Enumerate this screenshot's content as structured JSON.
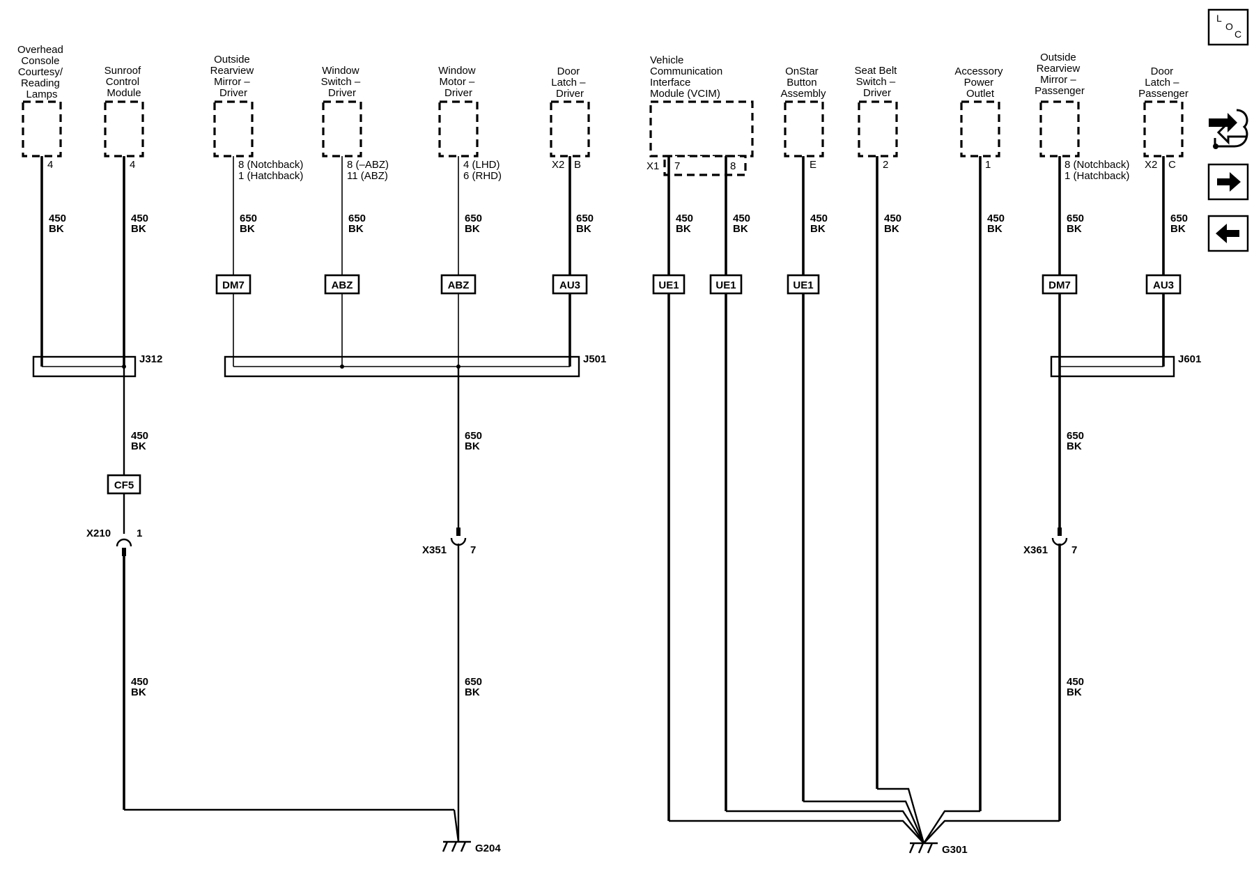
{
  "components": [
    {
      "id": "overhead",
      "label": [
        "Overhead",
        "Console",
        "Courtesy/",
        "Reading",
        "Lamps"
      ],
      "pin": "4"
    },
    {
      "id": "sunroof",
      "label": [
        "Sunroof",
        "Control",
        "Module"
      ],
      "pin": "4"
    },
    {
      "id": "mirror-driver",
      "label": [
        "Outside",
        "Rearview",
        "Mirror –",
        "Driver"
      ],
      "pin": [
        "8 (Notchback)",
        "1 (Hatchback)"
      ]
    },
    {
      "id": "window-switch-driver",
      "label": [
        "Window",
        "Switch –",
        "Driver"
      ],
      "pin": [
        "8 (–ABZ)",
        "11 (ABZ)"
      ]
    },
    {
      "id": "window-motor-driver",
      "label": [
        "Window",
        "Motor –",
        "Driver"
      ],
      "pin": [
        "4 (LHD)",
        "6 (RHD)"
      ]
    },
    {
      "id": "door-latch-driver",
      "label": [
        "Door",
        "Latch –",
        "Driver"
      ],
      "conn": "X2",
      "pin": "B"
    },
    {
      "id": "vcim",
      "label": [
        "Vehicle",
        "Communication",
        "Interface",
        "Module (VCIM)"
      ],
      "conn": "X1",
      "pins": [
        "7",
        "8"
      ]
    },
    {
      "id": "onstar",
      "label": [
        "OnStar",
        "Button",
        "Assembly"
      ],
      "pin": "E"
    },
    {
      "id": "seatbelt",
      "label": [
        "Seat Belt",
        "Switch –",
        "Driver"
      ],
      "pin": "2"
    },
    {
      "id": "accessory",
      "label": [
        "Accessory",
        "Power",
        "Outlet"
      ],
      "pin": "1"
    },
    {
      "id": "mirror-passenger",
      "label": [
        "Outside",
        "Rearview",
        "Mirror –",
        "Passenger"
      ],
      "pin": [
        "8 (Notchback)",
        "1 (Hatchback)"
      ]
    },
    {
      "id": "door-latch-passenger",
      "label": [
        "Door",
        "Latch –",
        "Passenger"
      ],
      "conn": "X2",
      "pin": "C"
    }
  ],
  "wires": {
    "w450": [
      "450",
      "BK"
    ],
    "w650": [
      "650",
      "BK"
    ]
  },
  "options": {
    "dm7": "DM7",
    "abz": "ABZ",
    "au3": "AU3",
    "ue1": "UE1",
    "cf5": "CF5"
  },
  "splices": {
    "j312": "J312",
    "j501": "J501",
    "j601": "J601"
  },
  "inline_connectors": {
    "x210": {
      "name": "X210",
      "pin": "1"
    },
    "x351": {
      "name": "X351",
      "pin": "7"
    },
    "x361": {
      "name": "X361",
      "pin": "7"
    }
  },
  "grounds": {
    "g204": "G204",
    "g301": "G301"
  },
  "nav": {
    "loc_icon": "loc-icon",
    "connector_icon": "connector-icon",
    "next_icon": "arrow-right-icon",
    "prev_icon": "arrow-left-icon",
    "loc_letters": [
      "L",
      "O",
      "C"
    ]
  }
}
